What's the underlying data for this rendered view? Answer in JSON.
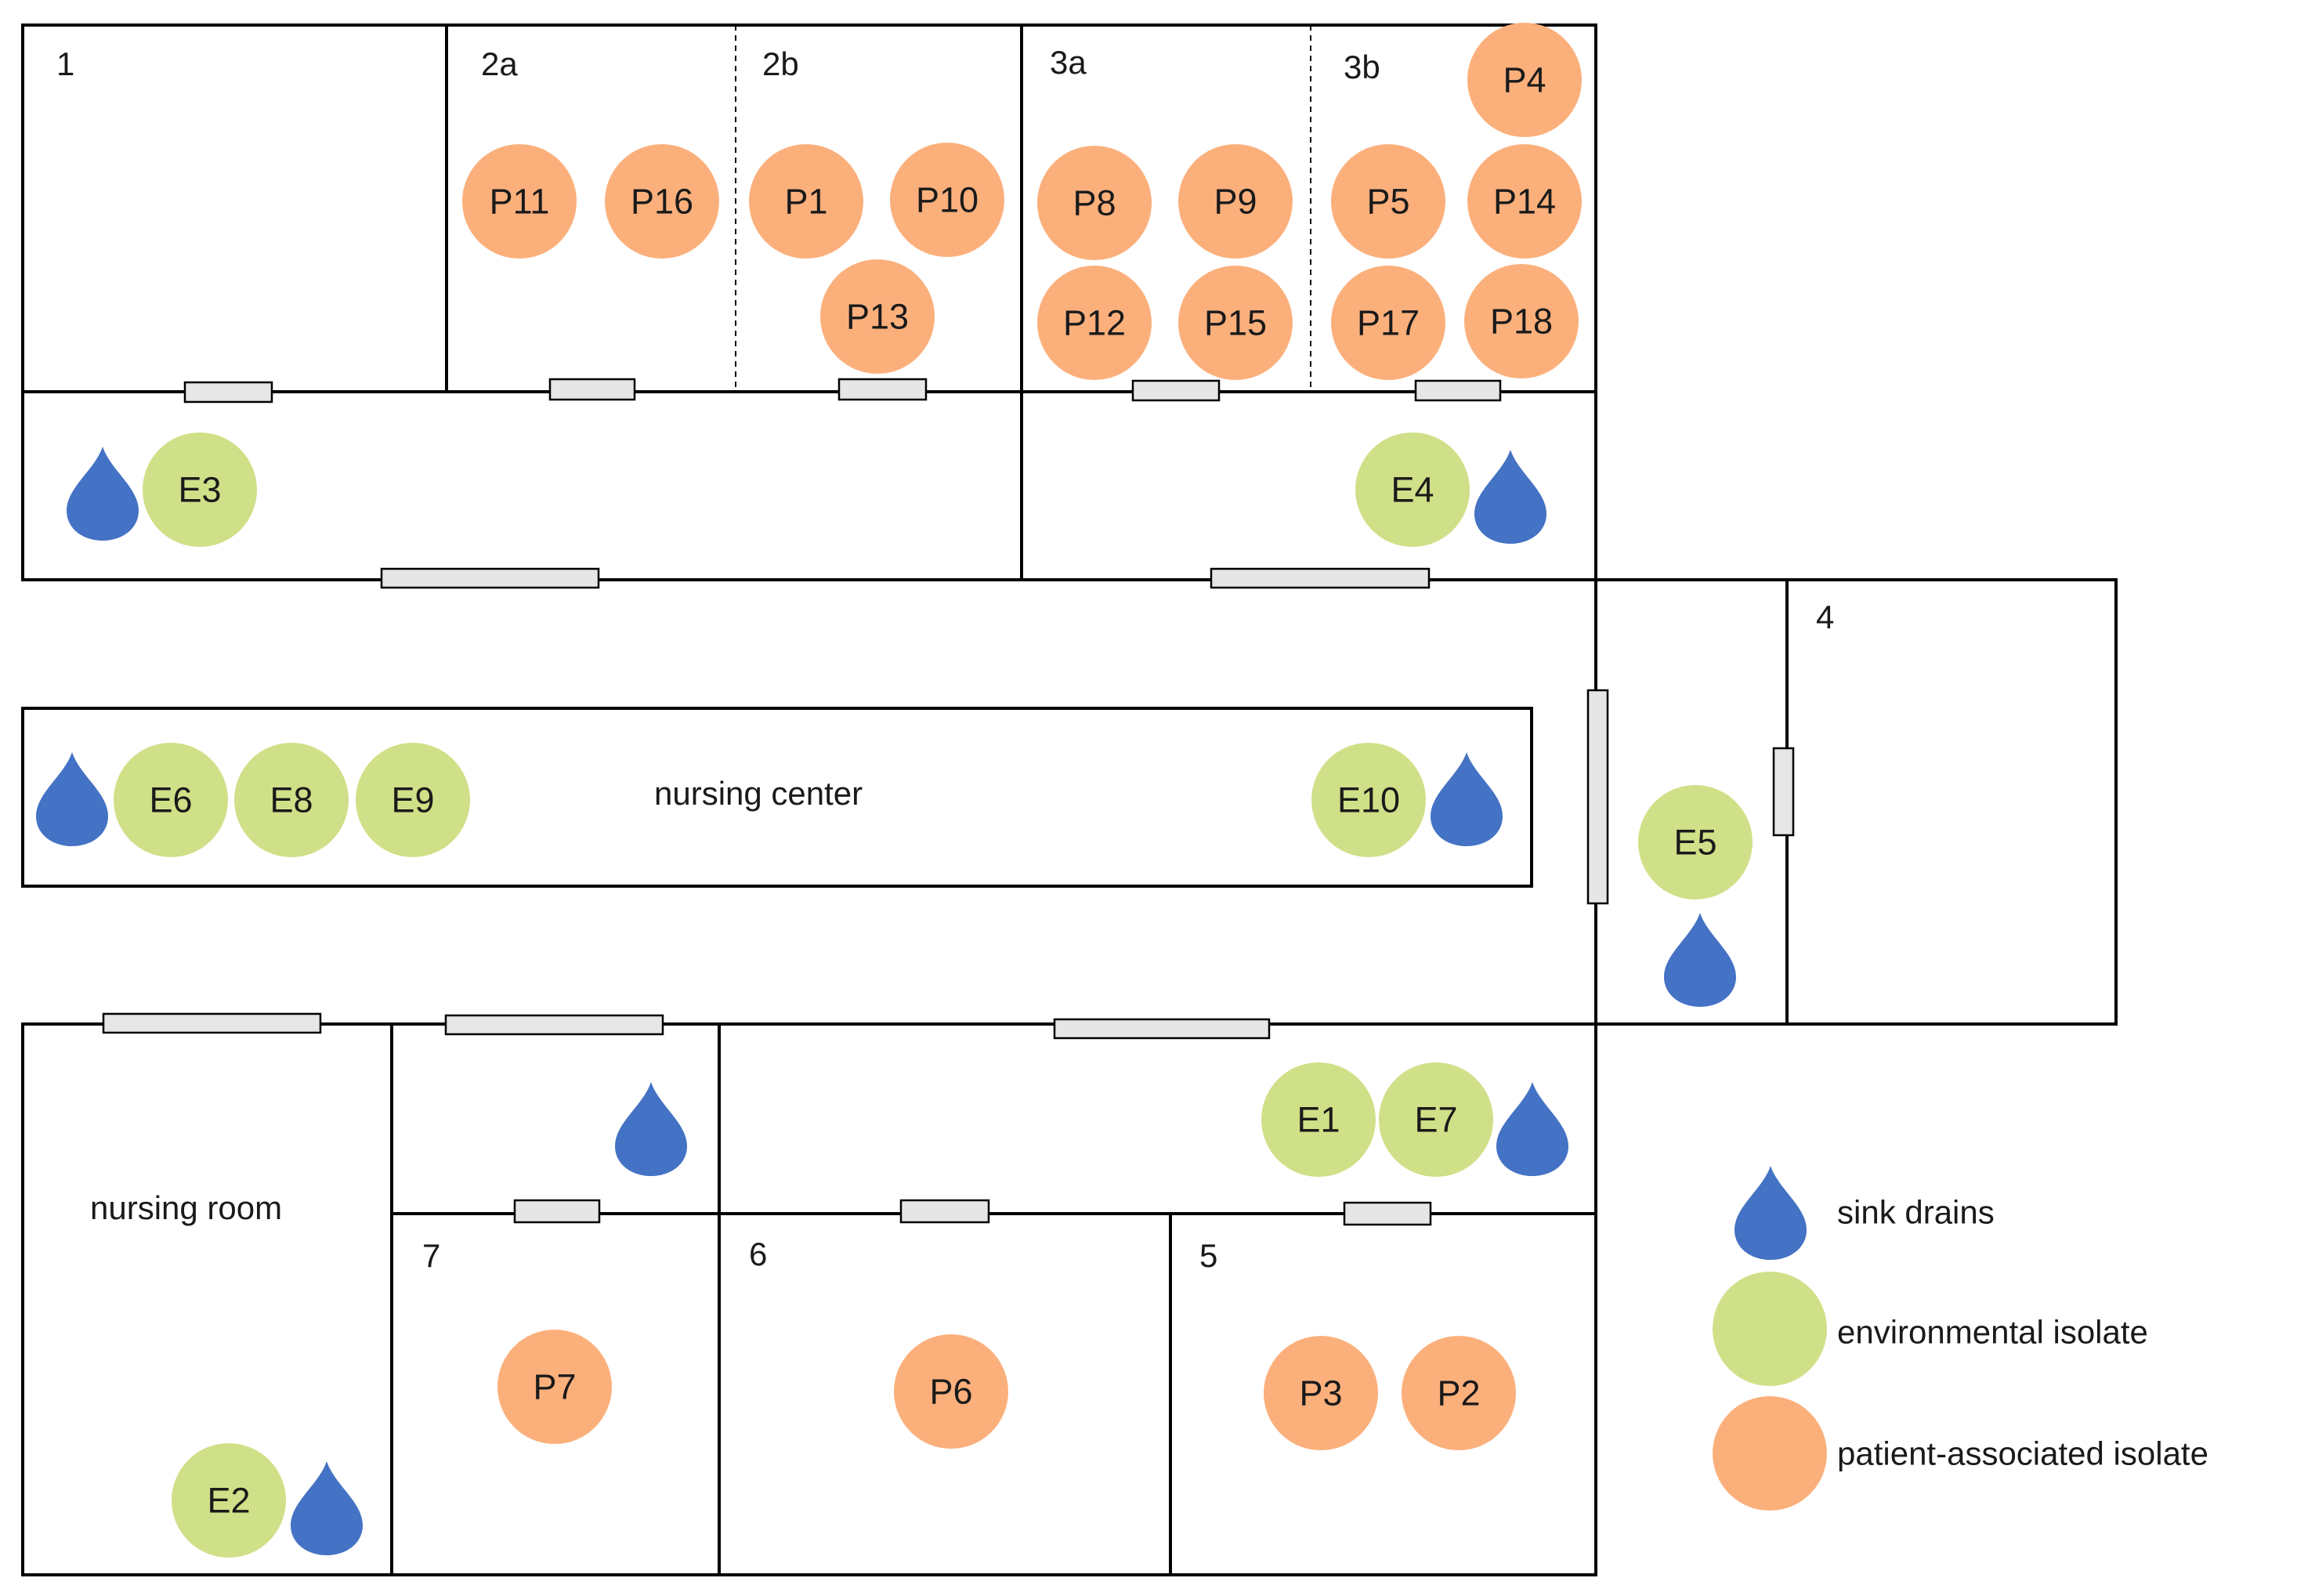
{
  "colors": {
    "patient": "#fbb07c",
    "environment": "#cfe088",
    "drain": "#4472c4",
    "wall": "#000000",
    "door": "#e6e6e6"
  },
  "rooms": [
    {
      "id": "room-1",
      "label": "1"
    },
    {
      "id": "room-2a",
      "label": "2a"
    },
    {
      "id": "room-2b",
      "label": "2b"
    },
    {
      "id": "room-3a",
      "label": "3a"
    },
    {
      "id": "room-3b",
      "label": "3b"
    },
    {
      "id": "room-4",
      "label": "4"
    },
    {
      "id": "room-5",
      "label": "5"
    },
    {
      "id": "room-6",
      "label": "6"
    },
    {
      "id": "room-7",
      "label": "7"
    },
    {
      "id": "nursing-center",
      "label": "nursing center"
    },
    {
      "id": "nursing-room",
      "label": "nursing room"
    }
  ],
  "patient_isolates": [
    "P1",
    "P2",
    "P3",
    "P4",
    "P5",
    "P6",
    "P7",
    "P8",
    "P9",
    "P10",
    "P11",
    "P12",
    "P13",
    "P14",
    "P15",
    "P16",
    "P17",
    "P18"
  ],
  "environmental_isolates": [
    "E1",
    "E2",
    "E3",
    "E4",
    "E5",
    "E6",
    "E7",
    "E8",
    "E9",
    "E10"
  ],
  "legend": [
    {
      "kind": "drain",
      "label": "sink drains"
    },
    {
      "kind": "environment",
      "label": "environmental isolate"
    },
    {
      "kind": "patient",
      "label": "patient-associated isolate"
    }
  ]
}
